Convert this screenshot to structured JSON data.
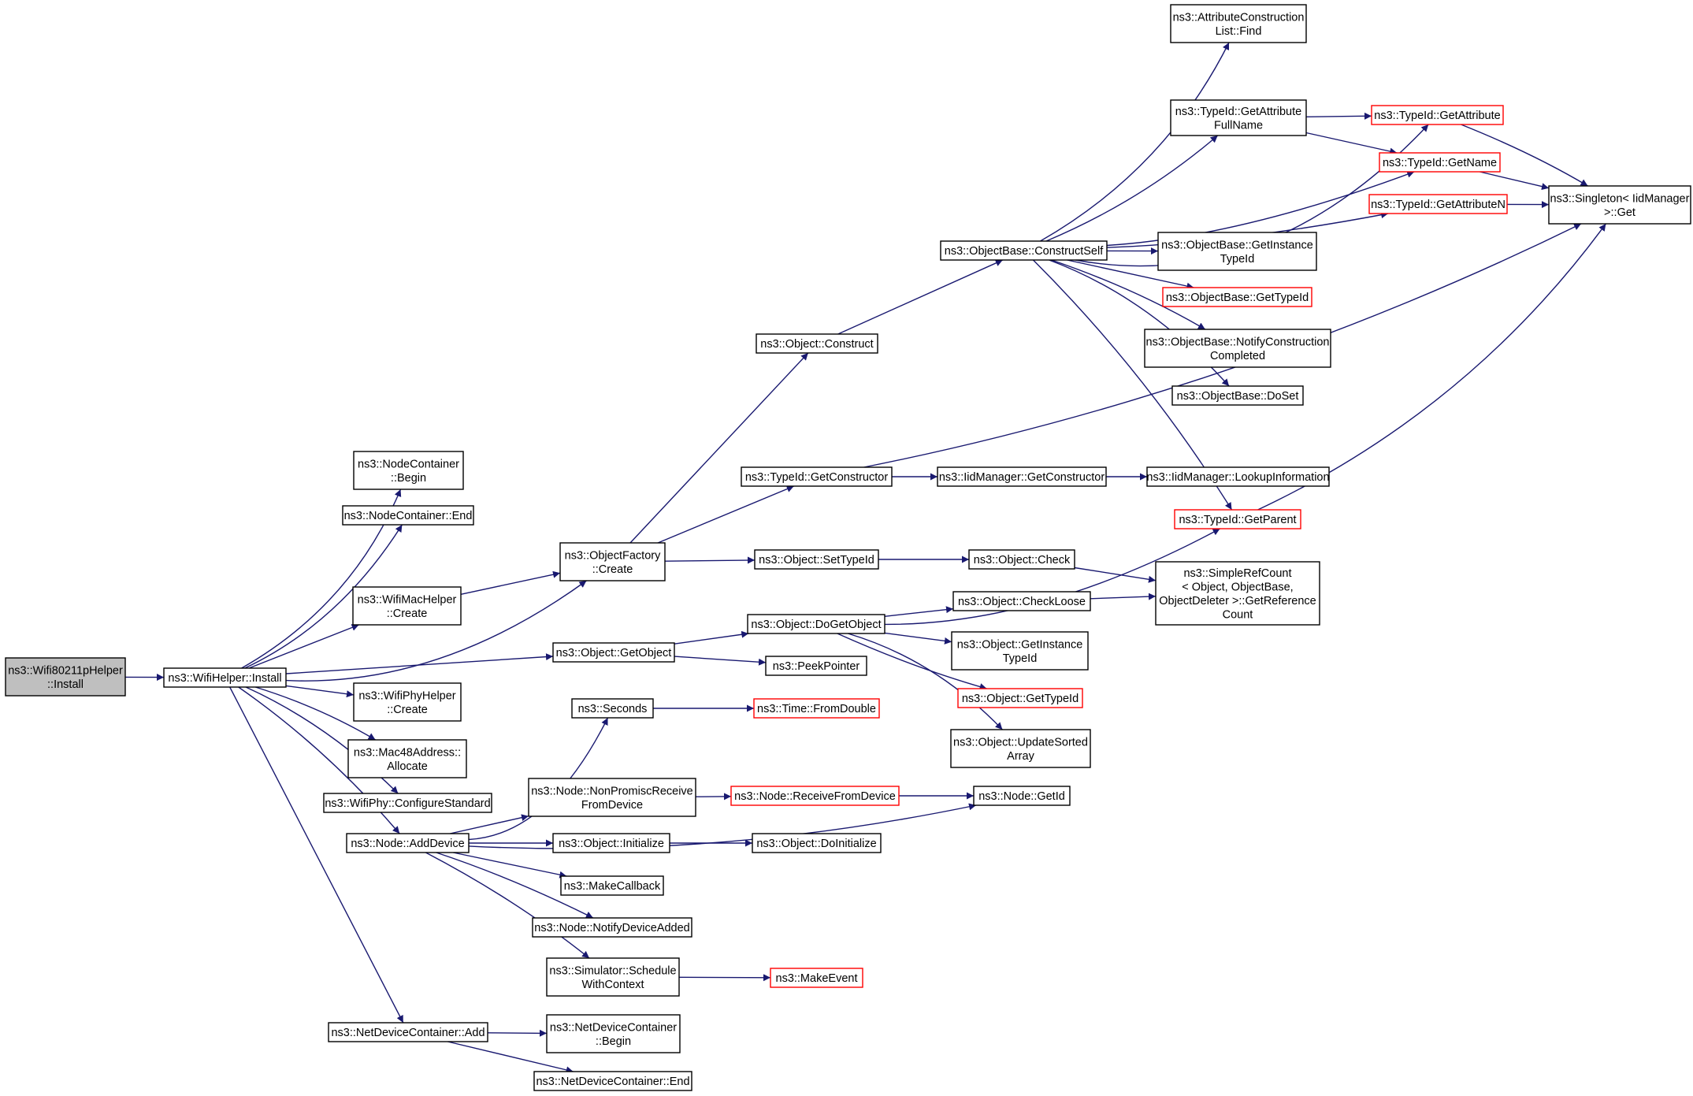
{
  "colors": {
    "edge": "#191970",
    "highlight_border": "#ff0000",
    "root_fill": "#bfbfbf"
  },
  "nodes": {
    "root": {
      "lines": [
        "ns3::Wifi80211pHelper",
        "::Install"
      ],
      "highlight": "root"
    },
    "wifihelper_install": {
      "lines": [
        "ns3::WifiHelper::Install"
      ]
    },
    "nodecontainer_begin": {
      "lines": [
        "ns3::NodeContainer",
        "::Begin"
      ]
    },
    "nodecontainer_end": {
      "lines": [
        "ns3::NodeContainer::End"
      ]
    },
    "objectfactory_create": {
      "lines": [
        "ns3::ObjectFactory",
        "::Create"
      ]
    },
    "wifimachelper_create": {
      "lines": [
        "ns3::WifiMacHelper",
        "::Create"
      ]
    },
    "object_getobject": {
      "lines": [
        "ns3::Object::GetObject"
      ]
    },
    "wifiphyhelper_create": {
      "lines": [
        "ns3::WifiPhyHelper",
        "::Create"
      ]
    },
    "mac48_allocate": {
      "lines": [
        "ns3::Mac48Address::",
        "Allocate"
      ]
    },
    "wifiphy_configurestandard": {
      "lines": [
        "ns3::WifiPhy::ConfigureStandard"
      ]
    },
    "node_adddevice": {
      "lines": [
        "ns3::Node::AddDevice"
      ]
    },
    "netdevicecontainer_add": {
      "lines": [
        "ns3::NetDeviceContainer::Add"
      ]
    },
    "object_construct": {
      "lines": [
        "ns3::Object::Construct"
      ]
    },
    "typeid_getconstructor": {
      "lines": [
        "ns3::TypeId::GetConstructor"
      ]
    },
    "object_settypeid": {
      "lines": [
        "ns3::Object::SetTypeId"
      ]
    },
    "object_dogetobject": {
      "lines": [
        "ns3::Object::DoGetObject"
      ]
    },
    "peekpointer": {
      "lines": [
        "ns3::PeekPointer"
      ]
    },
    "seconds": {
      "lines": [
        "ns3::Seconds"
      ]
    },
    "node_nonpromiscreceive": {
      "lines": [
        "ns3::Node::NonPromiscReceive",
        "FromDevice"
      ]
    },
    "object_initialize": {
      "lines": [
        "ns3::Object::Initialize"
      ]
    },
    "makecallback": {
      "lines": [
        "ns3::MakeCallback"
      ]
    },
    "node_notifydeviceadded": {
      "lines": [
        "ns3::Node::NotifyDeviceAdded"
      ]
    },
    "simulator_schedulewithcontext": {
      "lines": [
        "ns3::Simulator::Schedule",
        "WithContext"
      ]
    },
    "netdevicecontainer_begin": {
      "lines": [
        "ns3::NetDeviceContainer",
        "::Begin"
      ]
    },
    "netdevicecontainer_end": {
      "lines": [
        "ns3::NetDeviceContainer::End"
      ]
    },
    "objectbase_constructself": {
      "lines": [
        "ns3::ObjectBase::ConstructSelf"
      ]
    },
    "iidmanager_getconstructor": {
      "lines": [
        "ns3::IidManager::GetConstructor"
      ]
    },
    "object_check": {
      "lines": [
        "ns3::Object::Check"
      ]
    },
    "object_checkloose": {
      "lines": [
        "ns3::Object::CheckLoose"
      ]
    },
    "object_getinstancetypeid": {
      "lines": [
        "ns3::Object::GetInstance",
        "TypeId"
      ]
    },
    "object_gettypeid": {
      "lines": [
        "ns3::Object::GetTypeId"
      ],
      "highlight": "red"
    },
    "object_updatesortedarray": {
      "lines": [
        "ns3::Object::UpdateSorted",
        "Array"
      ]
    },
    "time_fromdouble": {
      "lines": [
        "ns3::Time::FromDouble"
      ],
      "highlight": "red"
    },
    "node_receivefromdevice": {
      "lines": [
        "ns3::Node::ReceiveFromDevice"
      ],
      "highlight": "red"
    },
    "object_doinitialize": {
      "lines": [
        "ns3::Object::DoInitialize"
      ]
    },
    "makeevent": {
      "lines": [
        "ns3::MakeEvent"
      ],
      "highlight": "red"
    },
    "attributeconstructionlist_find": {
      "lines": [
        "ns3::AttributeConstruction",
        "List::Find"
      ]
    },
    "typeid_getattributefullname": {
      "lines": [
        "ns3::TypeId::GetAttribute",
        "FullName"
      ]
    },
    "objectbase_getinstancetypeid": {
      "lines": [
        "ns3::ObjectBase::GetInstance",
        "TypeId"
      ]
    },
    "objectbase_gettypeid": {
      "lines": [
        "ns3::ObjectBase::GetTypeId"
      ],
      "highlight": "red"
    },
    "objectbase_notifyconstructioncompleted": {
      "lines": [
        "ns3::ObjectBase::NotifyConstruction",
        "Completed"
      ]
    },
    "objectbase_doset": {
      "lines": [
        "ns3::ObjectBase::DoSet"
      ]
    },
    "iidmanager_lookupinformation": {
      "lines": [
        "ns3::IidManager::LookupInformation"
      ]
    },
    "typeid_getparent": {
      "lines": [
        "ns3::TypeId::GetParent"
      ],
      "highlight": "red"
    },
    "simplerefcount_getreferencecount": {
      "lines": [
        "ns3::SimpleRefCount",
        "< Object, ObjectBase,",
        "ObjectDeleter >::GetReference",
        "Count"
      ]
    },
    "node_getid": {
      "lines": [
        "ns3::Node::GetId"
      ]
    },
    "typeid_getattribute": {
      "lines": [
        "ns3::TypeId::GetAttribute"
      ],
      "highlight": "red"
    },
    "typeid_getname": {
      "lines": [
        "ns3::TypeId::GetName"
      ],
      "highlight": "red"
    },
    "typeid_getattributen": {
      "lines": [
        "ns3::TypeId::GetAttributeN"
      ],
      "highlight": "red"
    },
    "singleton_get": {
      "lines": [
        "ns3::Singleton< IidManager",
        ">::Get"
      ]
    }
  }
}
